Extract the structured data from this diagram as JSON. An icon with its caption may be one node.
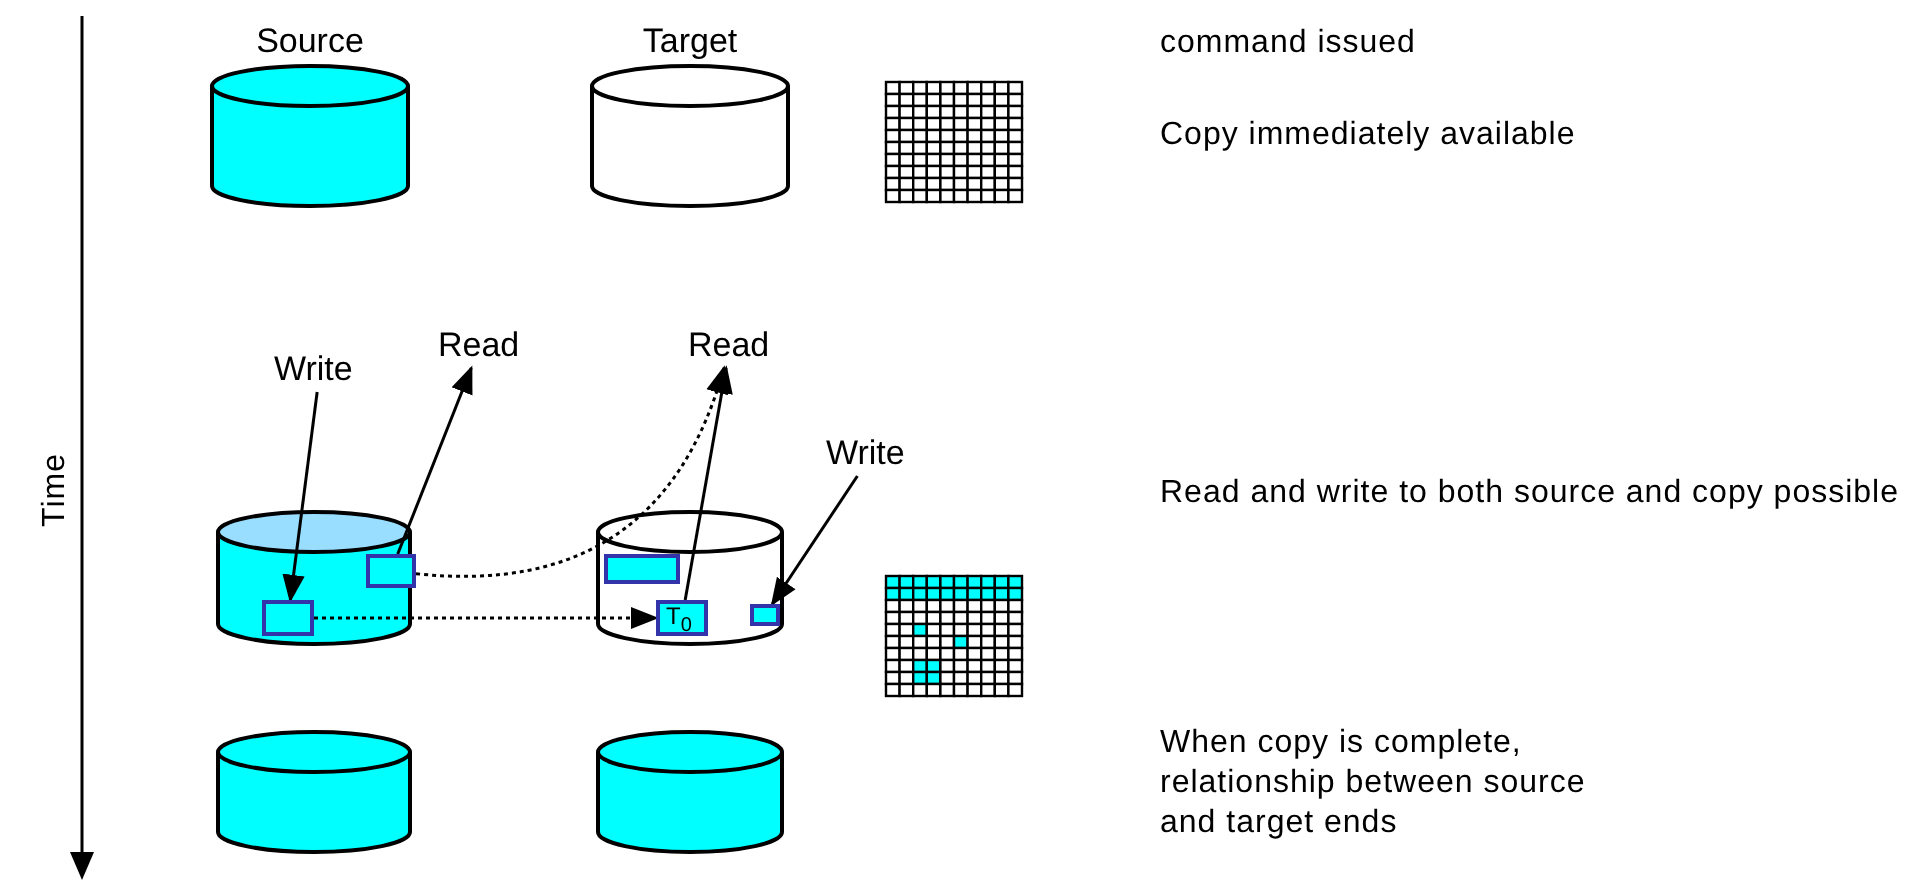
{
  "diagram": {
    "nodes": [
      {
        "text": [
          "Source"
        ]
      },
      {
        "text": [
          "Target"
        ]
      },
      {
        "text": [],
        "shape": "cylinder"
      },
      {
        "text": [],
        "shape": "box",
        "in": 2
      },
      {
        "text": [],
        "shape": "box",
        "in": 2
      },
      {
        "text": [],
        "shape": "cylinder"
      },
      {
        "text": [],
        "shape": "box",
        "in": 5
      },
      {
        "text": [
          "T$_{0}$"
        ],
        "in": 5
      },
      {
        "text": [],
        "shape": "box",
        "in": 5
      },
      {
        "text": [
          "Write"
        ]
      },
      {
        "text": [
          "Read"
        ]
      },
      {
        "text": [
          "Read"
        ]
      },
      {
        "text": [
          "Write"
        ]
      },
      {
        "text": [],
        "shape": "cylinder"
      },
      {
        "text": [],
        "shape": "cylinder"
      }
    ],
    "edges": [
      {
        "from": 9,
        "to": 3,
        "arrow": "to"
      },
      {
        "from": 4,
        "to": 10,
        "arrow": "to"
      },
      {
        "from": 4,
        "to": 11,
        "arrow": "to",
        "style": "dashed"
      },
      {
        "from": 3,
        "to": 7,
        "arrow": "to",
        "style": "dashed"
      },
      {
        "from": 7,
        "to": 11,
        "arrow": "to"
      },
      {
        "from": 12,
        "to": 8,
        "arrow": "to"
      }
    ],
    "labels": [
      "Time",
      "command issued",
      "Copy immediately available",
      "Read and write to both source and copy possible",
      "When copy is complete, relationship between source and target ends"
    ]
  }
}
